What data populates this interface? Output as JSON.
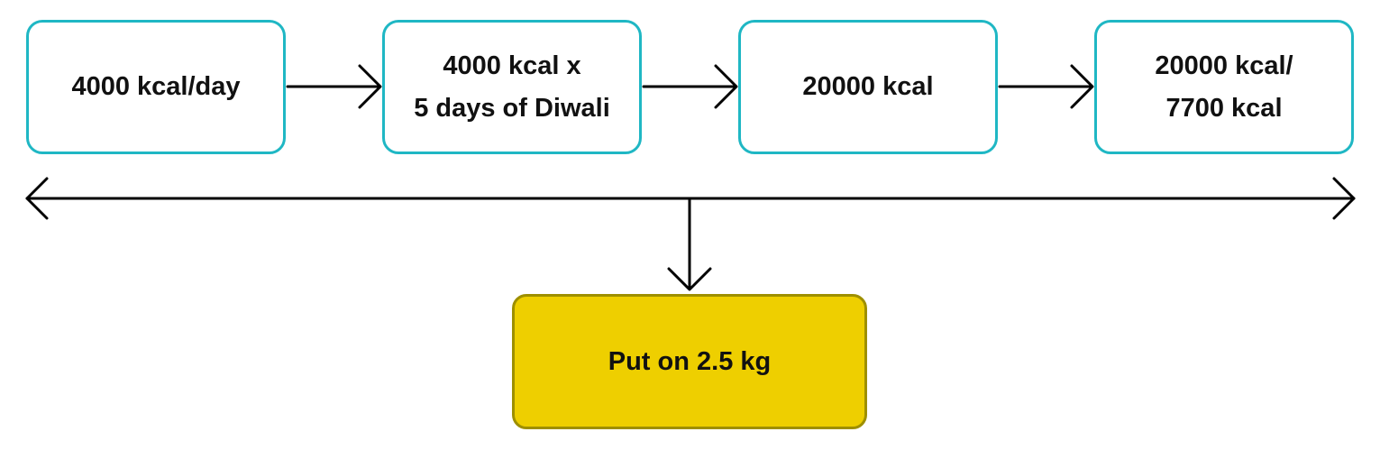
{
  "steps": [
    {
      "text": "4000 kcal/day"
    },
    {
      "text": "4000 kcal x\n5 days of Diwali"
    },
    {
      "text": "20000 kcal"
    },
    {
      "text": "20000 kcal/\n7700 kcal"
    }
  ],
  "result": {
    "text": "Put on 2.5 kg"
  },
  "colors": {
    "step_border": "#1fb7c4",
    "result_fill": "#eecf00",
    "result_border": "#9e8f00"
  }
}
